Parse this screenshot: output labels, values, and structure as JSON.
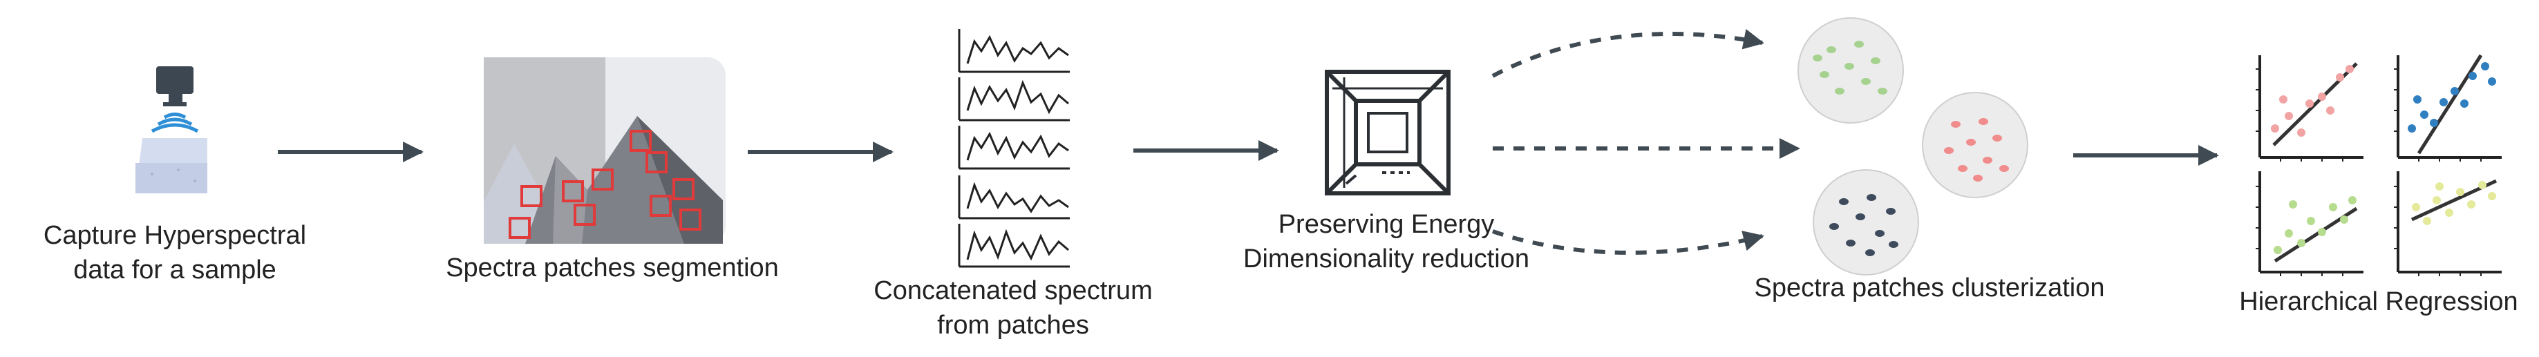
{
  "labels": {
    "capture_line1": "Capture Hyperspectral",
    "capture_line2": "data for a sample",
    "segmentation": "Spectra patches segmention",
    "concat_line1": "Concatenated spectrum",
    "concat_line2": "from patches",
    "reduction_line1": "Preserving Energy",
    "reduction_line2": "Dimensionality reduction",
    "clusterization": "Spectra patches clusterization",
    "regression": "Hierarchical Regression"
  },
  "icons": {
    "scanner": "hyperspectral-scanner-icon",
    "patches": "mountain-patches-icon",
    "spectra": "spectrum-plots-icon",
    "tesseract": "tesseract-cube-icon",
    "clusters": "cluster-circles-icon",
    "regression": "regression-plots-icon"
  },
  "colors": {
    "arrow": "#3f4a52",
    "patch_box": "#e03a3a",
    "cluster_green": "#a6d28f",
    "cluster_red": "#f08c8c",
    "cluster_navy": "#3d4b5c",
    "reg_red": "#f2a3a3",
    "reg_blue": "#2f7fc1",
    "reg_green": "#b6dc8e",
    "reg_yellow": "#e4ea9a"
  }
}
